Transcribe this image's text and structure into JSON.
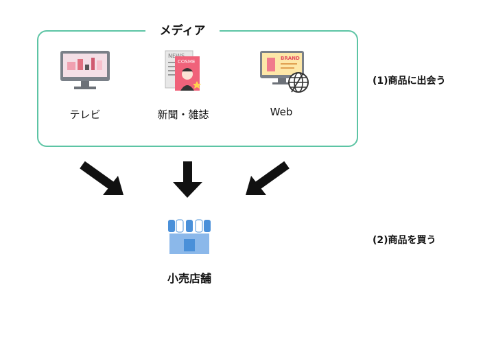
{
  "media": {
    "title": "メディア",
    "items": [
      {
        "label": "テレビ"
      },
      {
        "label": "新聞・雑誌",
        "news_text": "NEWS",
        "cosme_text": "COSME"
      },
      {
        "label": "Web",
        "brand_text": "BRAND"
      }
    ]
  },
  "steps": {
    "step1": "(1)商品に出会う",
    "step2": "(2)商品を買う"
  },
  "store": {
    "label": "小売店舗"
  },
  "colors": {
    "frame": "#5cc4a4",
    "store_blue": "#4a90d9",
    "magazine_pink": "#f0627a",
    "arrow": "#111111"
  }
}
